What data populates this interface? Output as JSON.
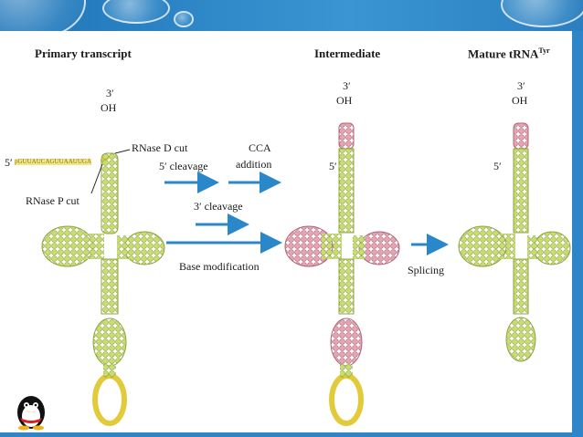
{
  "header": {
    "primary": "Primary transcript",
    "intermediate": "Intermediate",
    "mature": "Mature tRNA",
    "mature_sup": "Tyr"
  },
  "ends": {
    "three_prime": "3′",
    "oh": "OH",
    "five_prime": "5′"
  },
  "steps": {
    "rnase_d": "RNase D cut",
    "five_cleavage": "5′ cleavage",
    "cca_1": "CCA",
    "cca_2": "addition",
    "three_cleavage": "3′ cleavage",
    "rnase_p": "RNase P cut",
    "base_mod": "Base modification",
    "splicing": "Splicing"
  },
  "leader_seq": "pGUUAUCAGUUAAUUGA",
  "colors": {
    "arrow": "#2a87c9",
    "nucleotide": "#c9dc6f",
    "modified": "#e6a3b0",
    "leader": "#e2cb3a",
    "background": "#2e86c8"
  },
  "icons": [
    "bubble-icon",
    "penguin-icon"
  ]
}
